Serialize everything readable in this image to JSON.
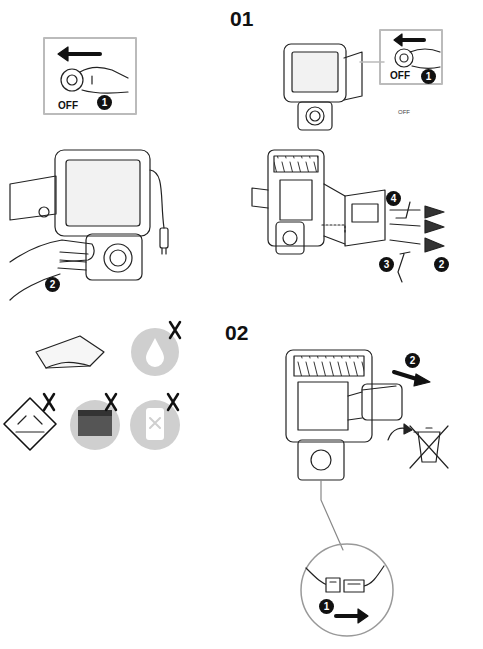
{
  "diagram": {
    "labels": [
      "01",
      "OFF",
      "1",
      "OFF",
      "1",
      "OFF",
      "2",
      "4",
      "3",
      "2",
      "02",
      "2",
      "1"
    ]
  }
}
